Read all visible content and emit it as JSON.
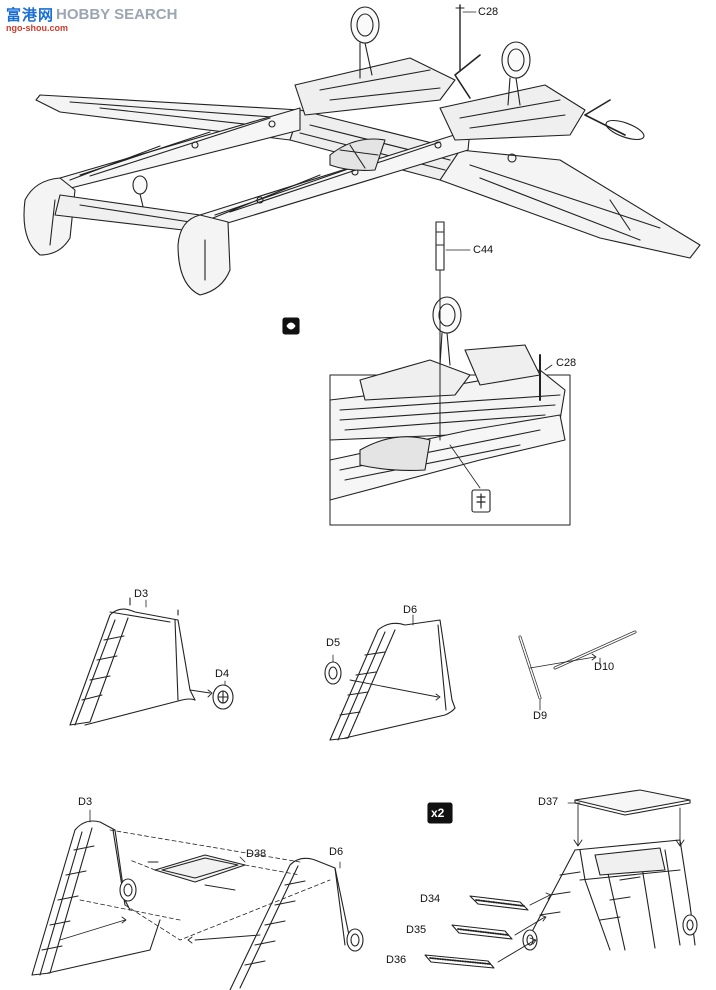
{
  "watermark": {
    "site_cn": "富港网",
    "site_en": "HOBBY SEARCH",
    "url": "ngo-shou.com"
  },
  "labels": {
    "c28_top": "C28",
    "c44": "C44",
    "c28_detail": "C28",
    "d3_a": "D3",
    "d4": "D4",
    "d6_a": "D6",
    "d5": "D5",
    "d10": "D10",
    "d9": "D9",
    "d3_b": "D3",
    "d38": "D38",
    "d6_b": "D6",
    "d37": "D37",
    "d34": "D34",
    "d35": "D35",
    "d36": "D36",
    "x2": "x2"
  },
  "icons": {
    "flip_view": "flip-aircraft-icon",
    "glue": "glue-icon",
    "quantity": "times-two-badge"
  }
}
